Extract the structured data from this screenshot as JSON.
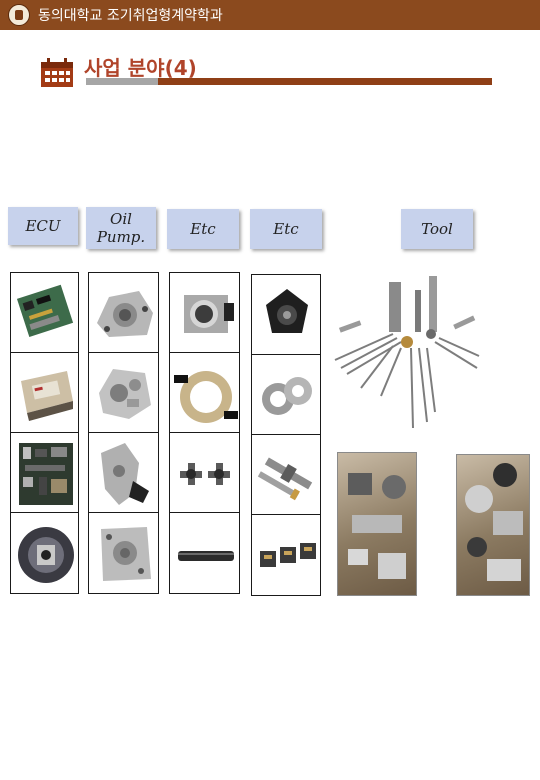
{
  "header": {
    "title": "동의대학교 조기취업형계약학과"
  },
  "section": {
    "title": "사업 분야(4)"
  },
  "categories": [
    "ECU",
    "Oil Pump.",
    "Etc",
    "Etc",
    "Tool"
  ],
  "products": {
    "ecu": [
      "circuit-board-module",
      "ecu-housing",
      "populated-pcb",
      "motor-controller-assembly"
    ],
    "oil_pump": [
      "oil-pump-housing",
      "pump-cover-casting",
      "pump-body-casting",
      "pump-plate-casting"
    ],
    "etc1": [
      "throttle-body",
      "rotary-sensor",
      "universal-joints",
      "pin-sleeve"
    ],
    "etc2": [
      "rotor-assembly",
      "ball-bearings",
      "shaft-parts",
      "connector-blocks"
    ],
    "tool": [
      "tooling-set",
      "machined-parts-tray-1",
      "machined-parts-tray-2"
    ]
  },
  "colors": {
    "bar": "#8b4a1e",
    "title": "#b0442a",
    "label_bg": "#c7d2ec",
    "rule": "#8f3f16"
  }
}
